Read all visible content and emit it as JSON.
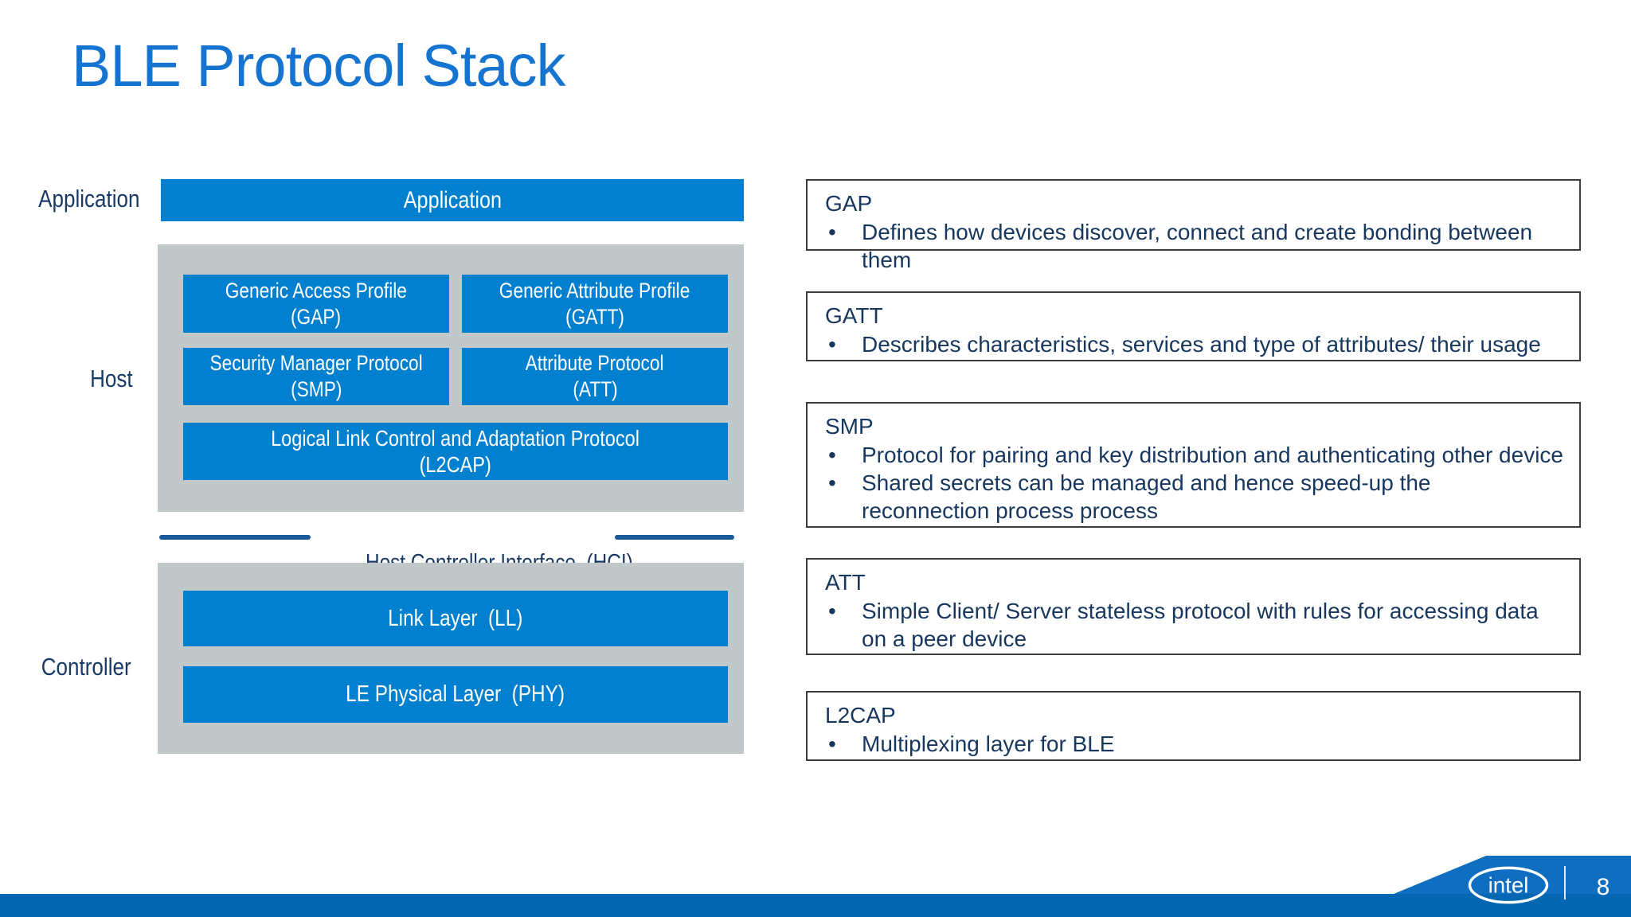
{
  "slide": {
    "title": "BLE Protocol Stack"
  },
  "glyphs": {
    "bullet": "•"
  },
  "colors": {
    "title_blue": "#1574D0",
    "stack_box_blue": "#0080CE",
    "container_gray": "#C2C7CA",
    "navy_text": "#17375E",
    "hci_line_navy": "#1B5A99",
    "ribbon_blue": "#0F6EC0",
    "footer_band_blue": "#0566B1"
  },
  "stack": {
    "side_labels": {
      "application": "Application",
      "host": "Host",
      "controller": "Controller"
    },
    "application_bar": "Application",
    "boxes": {
      "gap": {
        "line1": "Generic Access Profile",
        "line2": "(GAP)"
      },
      "gatt": {
        "line1": "Generic Attribute Profile",
        "line2": "(GATT)"
      },
      "smp": {
        "line1": "Security Manager Protocol",
        "line2": "(SMP)"
      },
      "att": {
        "line1": "Attribute Protocol",
        "line2": "(ATT)"
      },
      "l2cap": {
        "line1": "Logical Link Control and Adaptation Protocol",
        "line2": "(L2CAP)"
      },
      "ll": "Link Layer  (LL)",
      "phy": "LE Physical Layer  (PHY)"
    },
    "hci_label": "Host Controller Interface  (HCI)"
  },
  "notes": [
    {
      "heading": "GAP",
      "bullets": [
        "Defines how devices discover, connect and create bonding between them"
      ]
    },
    {
      "heading": "GATT",
      "bullets": [
        "Describes characteristics, services and type of attributes/ their usage"
      ]
    },
    {
      "heading": "SMP",
      "bullets": [
        "Protocol for pairing and key distribution and authenticating other device",
        "Shared secrets can be managed and hence speed-up the reconnection process process"
      ]
    },
    {
      "heading": "ATT",
      "bullets": [
        "Simple Client/ Server stateless protocol with rules for accessing data on a peer device"
      ]
    },
    {
      "heading": "L2CAP",
      "bullets": [
        "Multiplexing layer for BLE"
      ]
    }
  ],
  "footer": {
    "brand": "intel",
    "page_number": "8"
  }
}
